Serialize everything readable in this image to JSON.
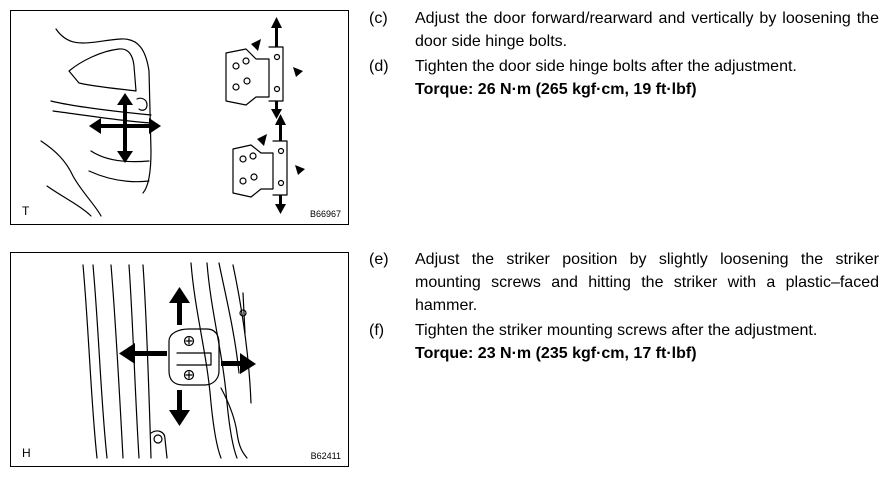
{
  "figure_top": {
    "letter": "T",
    "code": "B66967"
  },
  "figure_bottom": {
    "letter": "H",
    "code": "B62411"
  },
  "steps": [
    {
      "mark": "(c)",
      "text": "Adjust the door forward/rearward and vertically by loosening the door side hinge bolts."
    },
    {
      "mark": "(d)",
      "text": "Tighten the door side hinge bolts after the adjustment."
    },
    {
      "mark": "(e)",
      "text": "Adjust the striker position by slightly loosening the striker mounting screws and hitting the striker with a plastic–faced hammer."
    },
    {
      "mark": "(f)",
      "text": "Tighten the striker mounting screws after the adjustment."
    }
  ],
  "torque_d": "Torque: 26 N·m (265 kgf·cm, 19 ft·lbf)",
  "torque_f": "Torque: 23 N·m (235 kgf·cm, 17 ft·lbf)"
}
